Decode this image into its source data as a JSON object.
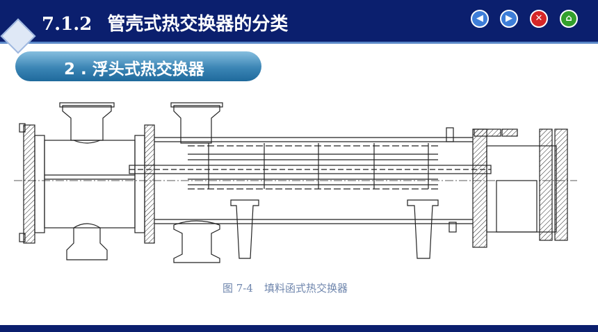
{
  "header": {
    "section_number": "7.1.2",
    "section_title": "管壳式热交换器的分类"
  },
  "nav": {
    "buttons": [
      {
        "icon": "back-arrow-icon",
        "color": "#3d7dd8"
      },
      {
        "icon": "forward-arrow-icon",
        "color": "#3d7dd8"
      },
      {
        "icon": "close-icon",
        "color": "#d62727"
      },
      {
        "icon": "home-icon",
        "color": "#33a02c"
      }
    ]
  },
  "subheading": {
    "text": "2 . 浮头式热交换器"
  },
  "figure": {
    "number": "图 7-4",
    "caption": "填料函式热交换器"
  },
  "colors": {
    "header_bg": "#0b1f6e",
    "accent": "#3b85b5",
    "caption": "#6f86ad"
  }
}
